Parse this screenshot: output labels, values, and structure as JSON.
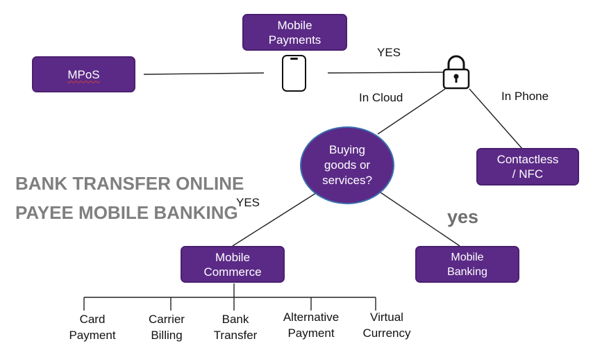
{
  "nodes": {
    "mobile_payments": "Mobile\nPayments",
    "mpos": "MPoS",
    "buying": "Buying\ngoods or\nservices?",
    "contactless": "Contactless\n/ NFC",
    "mobile_commerce": "Mobile\nCommerce",
    "mobile_banking": "Mobile\nBanking"
  },
  "edge_labels": {
    "yes_top": "YES",
    "in_cloud": "In Cloud",
    "in_phone": "In Phone",
    "yes_left": "YES",
    "yes_right": "yes"
  },
  "overlay": {
    "line1": "BANK TRANSFER ONLINE",
    "line2": "PAYEE MOBILE BANKING"
  },
  "leaves": [
    "Card\nPayment",
    "Carrier\nBilling",
    "Bank\nTransfer",
    "Alternative\nPayment",
    "Virtual\nCurrency"
  ],
  "icons": {
    "phone": "smartphone-icon",
    "lock": "padlock-icon"
  },
  "colors": {
    "node_fill": "#5b2a86",
    "node_text": "#ffffff",
    "overlay_text": "#7f7f7f",
    "circle_border": "#3b6fb0"
  }
}
